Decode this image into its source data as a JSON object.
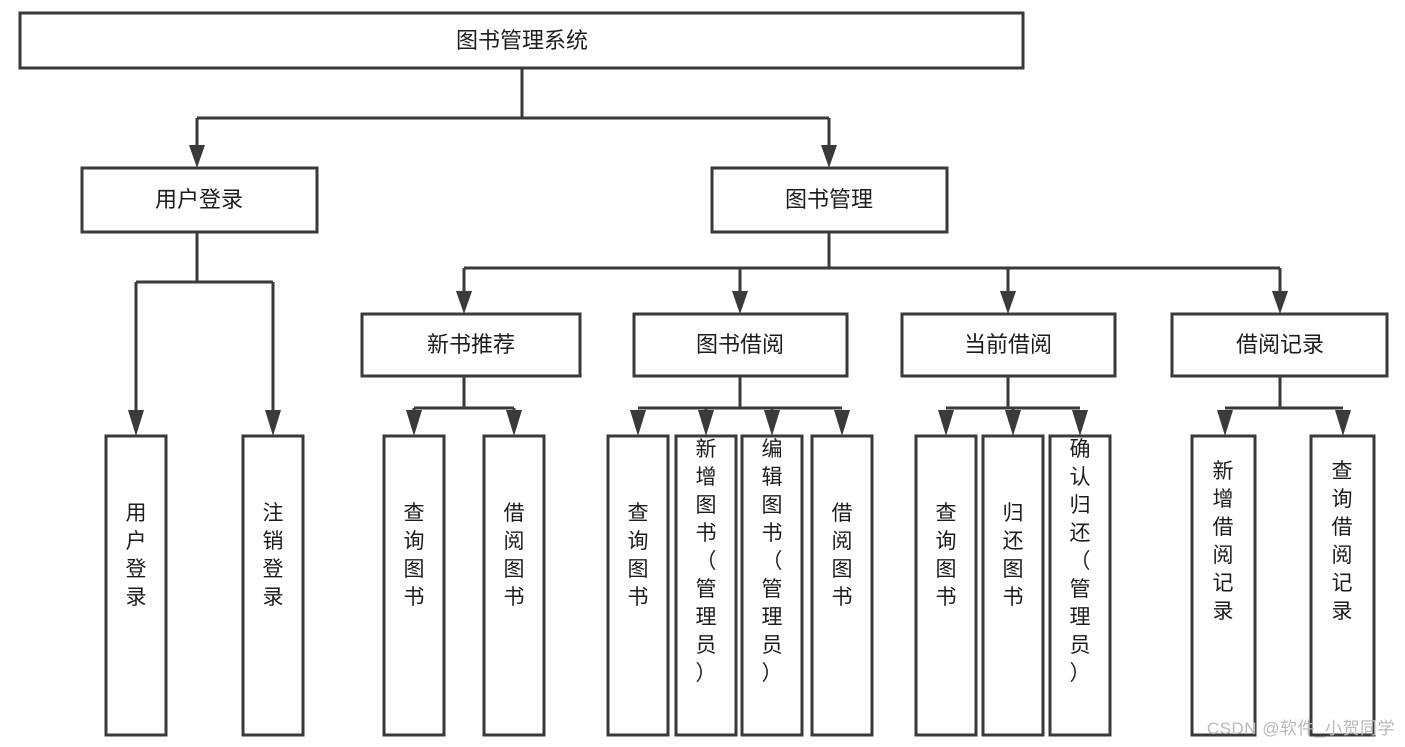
{
  "diagram": {
    "title": "图书管理系统",
    "type": "tree",
    "orientation": "top-down",
    "colors": {
      "box_stroke": "#3a3a3a",
      "box_fill": "#ffffff",
      "connector": "#3a3a3a",
      "text": "#1c1c1c",
      "watermark": "#b9b9b9",
      "background": "#ffffff"
    },
    "root": {
      "label": "图书管理系统"
    },
    "level2": [
      {
        "label": "用户登录"
      },
      {
        "label": "图书管理"
      }
    ],
    "level3": [
      {
        "label": "新书推荐"
      },
      {
        "label": "图书借阅"
      },
      {
        "label": "当前借阅"
      },
      {
        "label": "借阅记录"
      }
    ],
    "leaves": {
      "user_login": [
        {
          "label": "用户登录"
        },
        {
          "label": "注销登录"
        }
      ],
      "new_book_recommend": [
        {
          "label": "查询图书"
        },
        {
          "label": "借阅图书"
        }
      ],
      "book_borrow": [
        {
          "label": "查询图书"
        },
        {
          "label": "新增图书（管理员）"
        },
        {
          "label": "编辑图书（管理员）"
        },
        {
          "label": "借阅图书"
        }
      ],
      "current_borrow": [
        {
          "label": "查询图书"
        },
        {
          "label": "归还图书"
        },
        {
          "label": "确认归还（管理员）"
        }
      ],
      "borrow_record": [
        {
          "label": "新增借阅记录"
        },
        {
          "label": "查询借阅记录"
        }
      ]
    }
  },
  "watermark": {
    "text": "CSDN @软件_小贺同学"
  }
}
